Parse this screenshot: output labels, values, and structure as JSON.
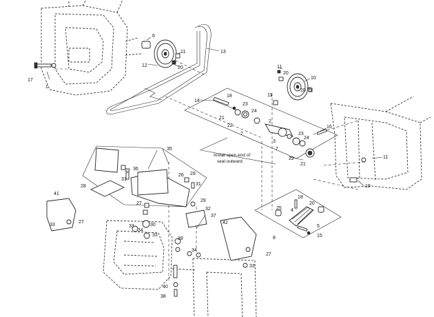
{
  "note": {
    "line1": "Install open end of",
    "line2": "seal outward"
  },
  "callouts": {
    "c1": "1",
    "c2": "2",
    "c3": "3",
    "c4": "4",
    "c5": "5",
    "c6": "6",
    "c7a": "7",
    "c7b": "7",
    "c8": "8",
    "c9": "9",
    "c10": "10",
    "c11a": "11",
    "c11b": "11",
    "c11c": "11",
    "c11d": "11",
    "c12": "12",
    "c13": "13",
    "c14": "14",
    "c15": "15",
    "c16": "16",
    "c17": "17",
    "c18a": "18",
    "c18b": "18",
    "c19": "19",
    "c20a": "20",
    "c20b": "20",
    "c20c": "20",
    "c20d": "20",
    "c21a": "21",
    "c21b": "21",
    "c22a": "22",
    "c22b": "22",
    "c23a": "23",
    "c23b": "23",
    "c24a": "24",
    "c24b": "24",
    "c25": "25",
    "c26": "26",
    "c27a": "27",
    "c27b": "27",
    "c27c": "27",
    "c28": "28",
    "c29a": "29",
    "c29b": "29",
    "c29c": "29",
    "c30": "30",
    "c31a": "31",
    "c31b": "31",
    "c32": "32",
    "c33a": "33",
    "c33b": "33",
    "c33c": "33",
    "c33d": "33",
    "c34a": "34",
    "c34b": "34",
    "c35": "35",
    "c36": "36",
    "c37": "37",
    "c38": "38",
    "c39": "39",
    "c40": "40",
    "c41": "41",
    "c42": "42"
  }
}
